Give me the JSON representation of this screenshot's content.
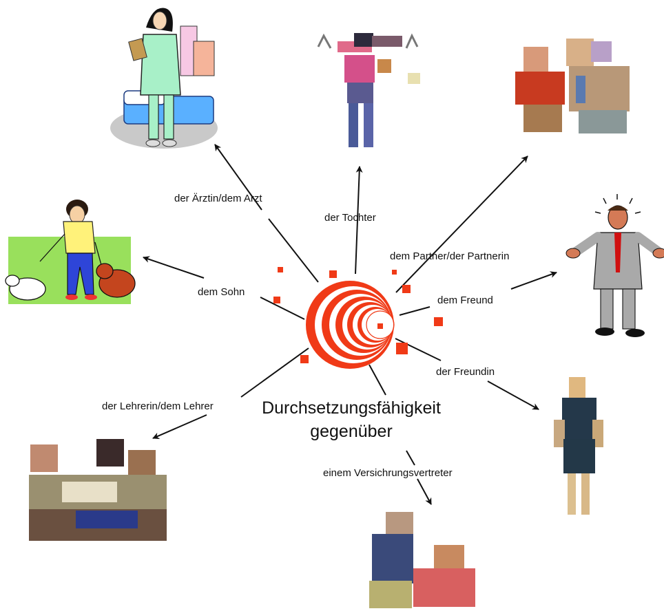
{
  "center": {
    "title_line1": "Durchsetzungsfähigkeit",
    "title_line2": "gegenüber"
  },
  "branches": [
    {
      "id": "aerztin",
      "label": "der Ärztin/dem Arzt"
    },
    {
      "id": "tochter",
      "label": "der Tochter"
    },
    {
      "id": "partner",
      "label": "dem Partner/der Partnerin"
    },
    {
      "id": "sohn",
      "label": "dem Sohn"
    },
    {
      "id": "freund",
      "label": "dem Freund"
    },
    {
      "id": "freundin",
      "label": "der Freundin"
    },
    {
      "id": "lehrer",
      "label": "der Lehrerin/dem Lehrer"
    },
    {
      "id": "versicherung",
      "label": "einem Versichrungsvertreter"
    }
  ],
  "colors": {
    "accent": "#f03a17",
    "line": "#111111",
    "lawn": "#99e05c"
  },
  "icons": [
    "doctor-clipart",
    "daughter-clipart",
    "couple-clipart",
    "boy-walking-dogs-clipart",
    "stressed-man-clipart",
    "girlfriend-clipart",
    "classroom-clipart",
    "insurance-agent-clipart"
  ]
}
